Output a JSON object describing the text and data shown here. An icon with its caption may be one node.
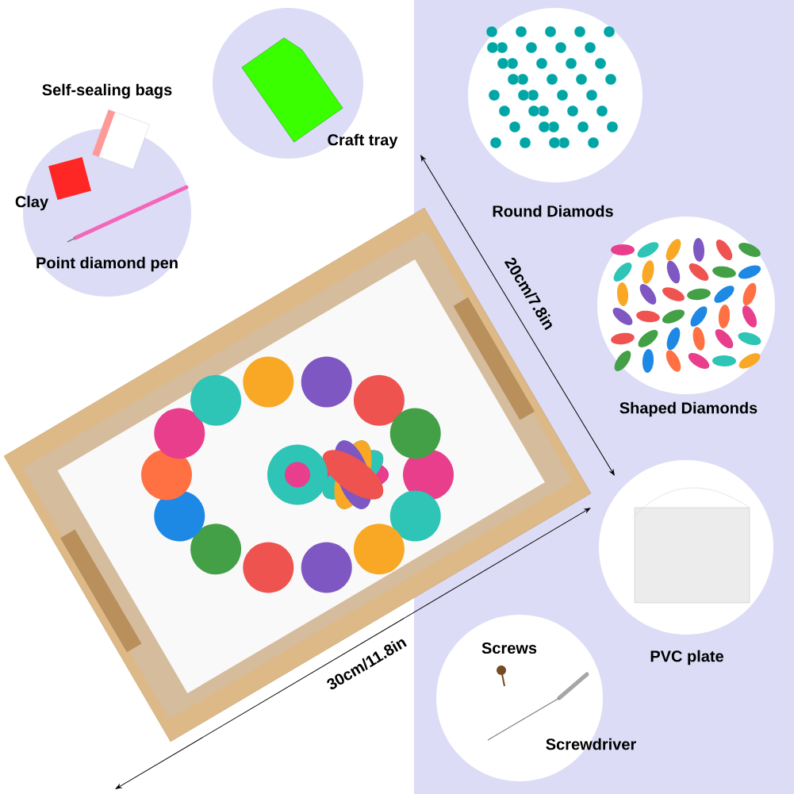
{
  "diagram": {
    "nodes": [
      {
        "text": [
          "Self-sealing bags",
          "Clay",
          "Point diamond pen"
        ]
      },
      {
        "text": [
          "Craft tray"
        ]
      },
      {
        "text": [
          "Round Diamods"
        ]
      },
      {
        "text": [
          "Shaped Diamonds"
        ]
      },
      {
        "text": [
          "PVC plate"
        ]
      },
      {
        "text": [
          "Screws",
          "Screwdriver"
        ]
      }
    ],
    "labels": [
      "20cm/7.8in",
      "30cm/11.8in"
    ]
  }
}
